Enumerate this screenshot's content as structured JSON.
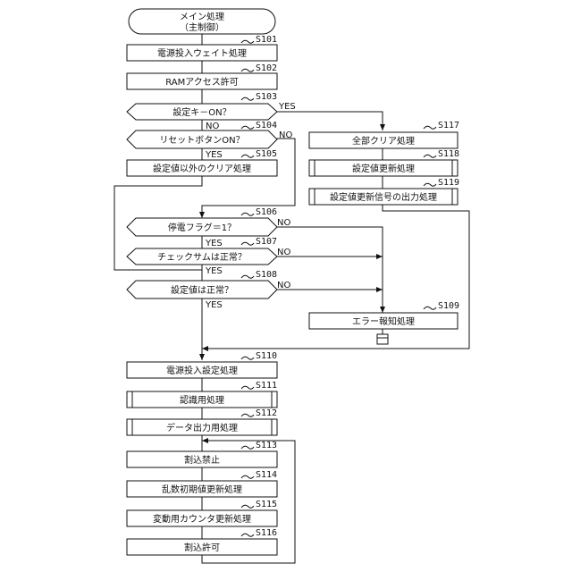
{
  "start": {
    "line1": "メイン処理",
    "line2": "（主制御）"
  },
  "steps": {
    "s101": {
      "id": "S101",
      "label": "電源投入ウェイト処理"
    },
    "s102": {
      "id": "S102",
      "label": "RAMアクセス許可"
    },
    "s103": {
      "id": "S103",
      "label": "設定キ－ON？"
    },
    "s104": {
      "id": "S104",
      "label": "リセットボタンON？"
    },
    "s105": {
      "id": "S105",
      "label": "設定値以外のクリア処理"
    },
    "s106": {
      "id": "S106",
      "label": "停電フラグ＝1？"
    },
    "s107": {
      "id": "S107",
      "label": "チェックサムは正常？"
    },
    "s108": {
      "id": "S108",
      "label": "設定値は正常？"
    },
    "s109": {
      "id": "S109",
      "label": "エラー報知処理"
    },
    "s110": {
      "id": "S110",
      "label": "電源投入設定処理"
    },
    "s111": {
      "id": "S111",
      "label": "認識用処理"
    },
    "s112": {
      "id": "S112",
      "label": "データ出力用処理"
    },
    "s113": {
      "id": "S113",
      "label": "割込禁止"
    },
    "s114": {
      "id": "S114",
      "label": "乱数初期値更新処理"
    },
    "s115": {
      "id": "S115",
      "label": "変動用カウンタ更新処理"
    },
    "s116": {
      "id": "S116",
      "label": "割込許可"
    },
    "s117": {
      "id": "S117",
      "label": "全部クリア処理"
    },
    "s118": {
      "id": "S118",
      "label": "設定値更新処理"
    },
    "s119": {
      "id": "S119",
      "label": "設定値更新信号の出力処理"
    }
  },
  "branch_labels": {
    "yes": "YES",
    "no": "NO"
  }
}
